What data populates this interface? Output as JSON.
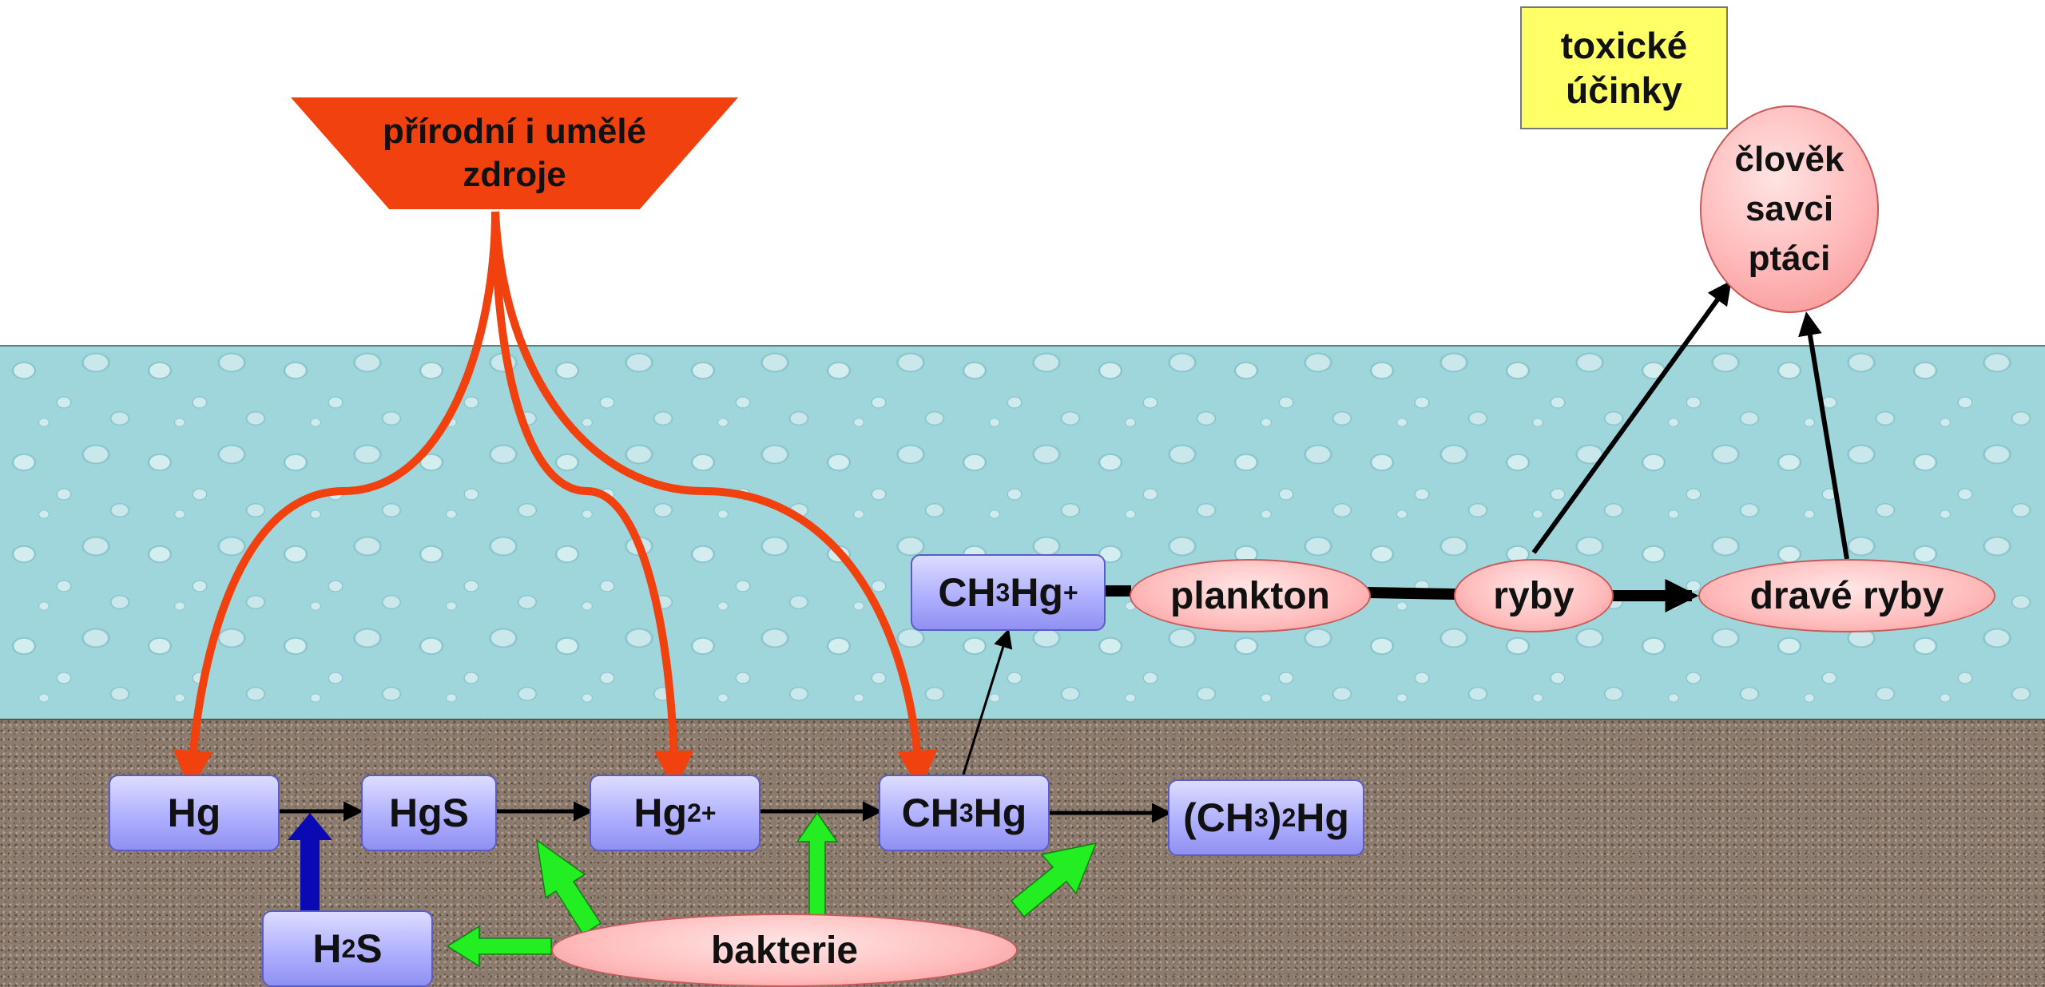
{
  "source": {
    "label": "přírodní i umělé\nzdroje"
  },
  "toxic": {
    "label": "toxické\núčinky"
  },
  "targets": {
    "label": "člověk\nsavci\nptáci"
  },
  "chain": {
    "plankton": "plankton",
    "fish": "ryby",
    "predatory_fish": "dravé ryby"
  },
  "bacteria": "bakterie",
  "species": {
    "hg": "Hg",
    "hgs": "HgS",
    "hg2_base": "Hg",
    "hg2_charge": "2+",
    "h2s_a": "H",
    "h2s_sub": "2",
    "h2s_b": "S",
    "ch3hg_a": "CH",
    "ch3hg_sub": "3",
    "ch3hg_b": "Hg",
    "ch3hg_ion_a": "CH",
    "ch3hg_ion_sub": "3",
    "ch3hg_ion_b": "Hg",
    "ch3hg_ion_charge": "+",
    "dimethyl_a": "(CH",
    "dimethyl_sub1": "3",
    "dimethyl_b": ")",
    "dimethyl_sub2": "2",
    "dimethyl_c": "Hg"
  },
  "colors": {
    "source": "#f0410f",
    "toxic": "#ffff66",
    "bacteria_arrow": "#22ee22",
    "h2s_arrow": "#0a0ab4",
    "water": "#9fd6dc",
    "soil": "#8c7b6d",
    "species_box": "#b0b0ff",
    "organism": "#ffbcbc"
  }
}
